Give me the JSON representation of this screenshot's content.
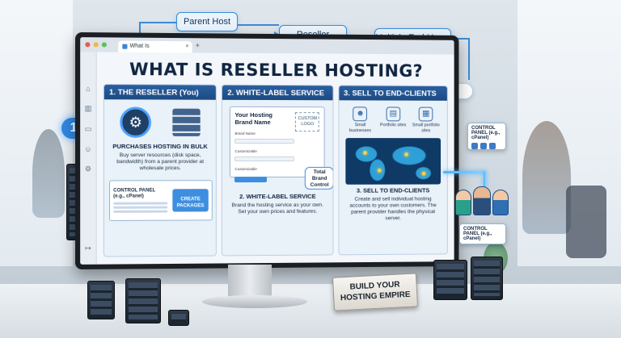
{
  "flow": {
    "parent_host": "Parent Host",
    "reseller_account": "Reseller Account",
    "end_users": "Multiple End-Users"
  },
  "step_badge": "1",
  "browser": {
    "tab_title": "What Is",
    "tab_close": "×",
    "new_tab": "+"
  },
  "page": {
    "title": "WHAT IS RESELLER HOSTING?"
  },
  "columns": [
    {
      "header": "1. THE RESELLER (You)",
      "subtitle": "PURCHASES HOSTING IN BULK",
      "description": "Buy server resources (disk space, bandwidth) from a parent provider at wholesale prices.",
      "control_panel": "CONTROL PANEL (e.g., cPanel)",
      "create_button": "CREATE PACKAGES"
    },
    {
      "header": "2. WHITE-LABEL SERVICE",
      "brand_name": "Your Hosting Brand Name",
      "custom_logo": "CUSTOM LOGO",
      "field_1": "Brand Name",
      "field_2": "Customizable",
      "field_3": "Customizable",
      "total_badge": "Total Brand Control",
      "subtitle": "2. WHITE-LABEL SERVICE",
      "description": "Brand the hosting service as your own. Set your own prices and features."
    },
    {
      "header": "3. SELL TO END-CLIENTS",
      "clients": [
        {
          "label": "Small businesses",
          "icon": "person-icon"
        },
        {
          "label": "Portfolio sites",
          "icon": "portfolio-icon"
        },
        {
          "label": "Small portfolio sites",
          "icon": "browser-icon"
        }
      ],
      "subtitle": "3. SELL TO END-CLIENTS",
      "description": "Create and sell individual hosting accounts to your own customers. The parent provider handles the physical server."
    }
  ],
  "floating_panels": {
    "right": "CONTROL PANEL (e.g., cPanel)",
    "bottom": "CONTROL PANEL (e.g., cPanel)"
  },
  "desk_sign": "BUILD YOUR HOSTING EMPIRE",
  "colors": {
    "accent": "#3a8ad6",
    "header": "#1c4a82",
    "title": "#102540"
  }
}
